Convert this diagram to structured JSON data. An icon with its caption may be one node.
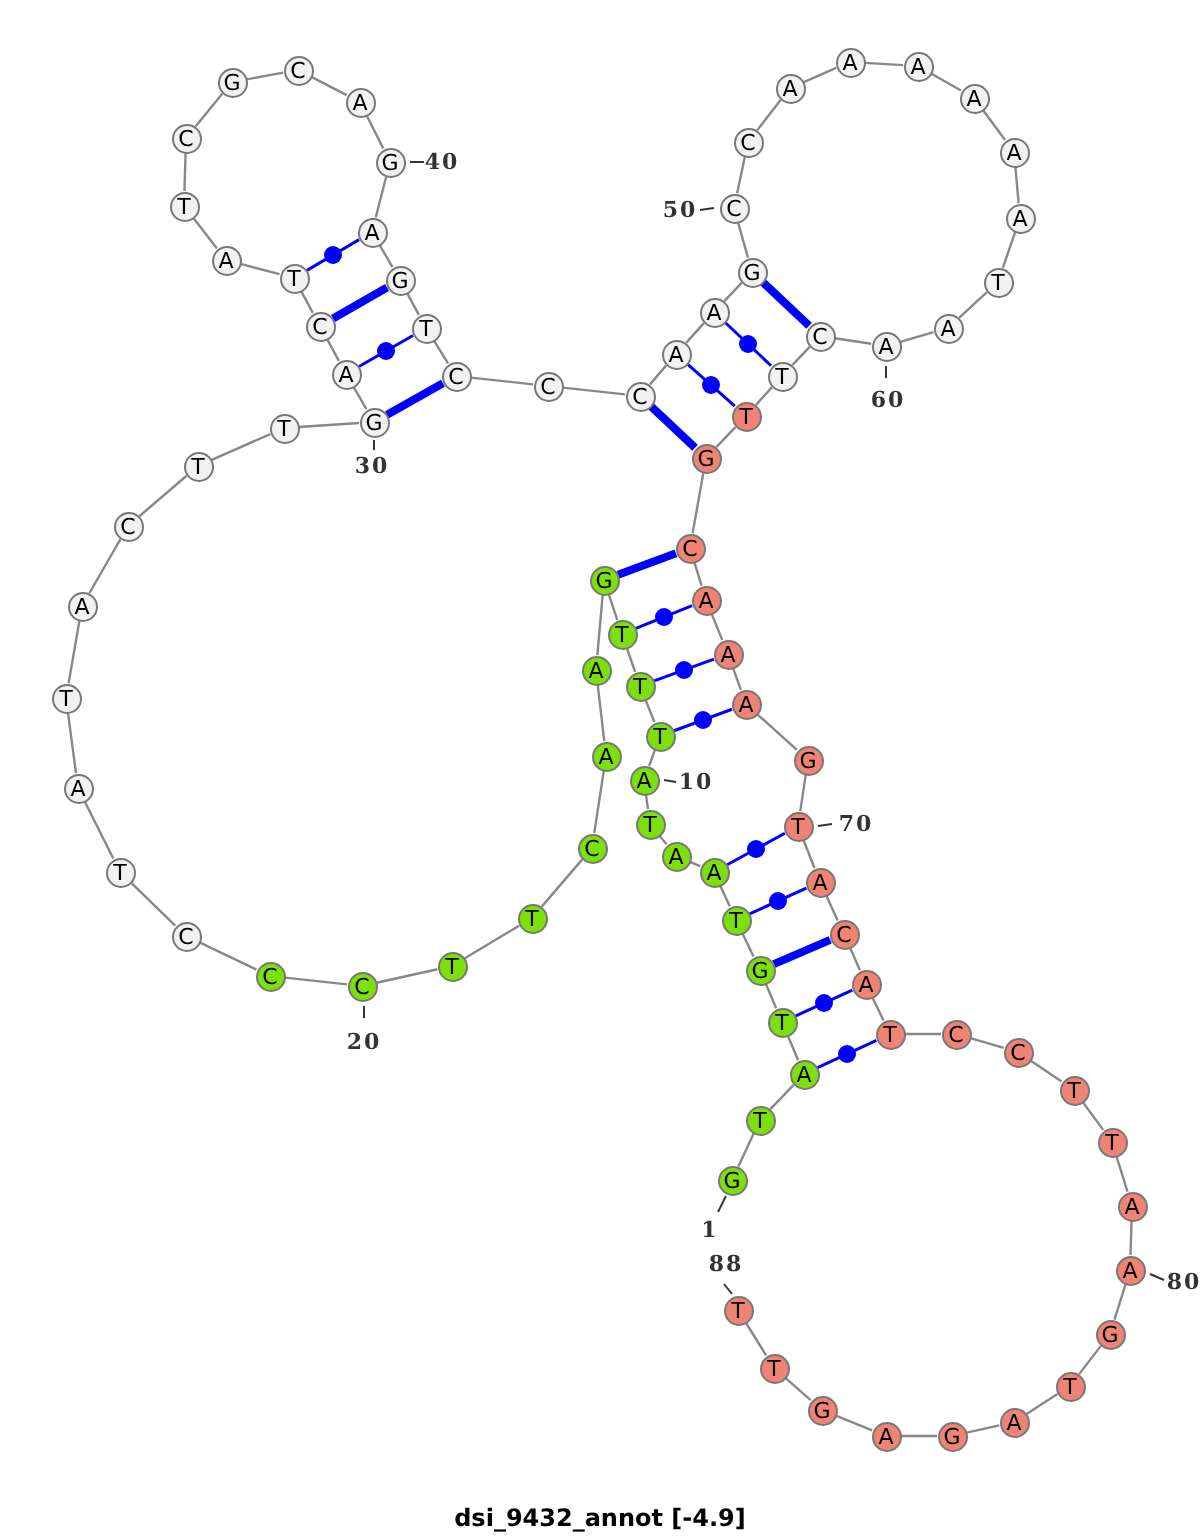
{
  "diagram": {
    "title": "dsi_9432_annot [-4.9]",
    "nodes": [
      {
        "text": [
          "G"
        ],
        "beside": [
          "1"
        ]
      },
      {
        "text": [
          "T"
        ]
      },
      {
        "text": [
          "A"
        ]
      },
      {
        "text": [
          "T"
        ]
      },
      {
        "text": [
          "G"
        ]
      },
      {
        "text": [
          "T"
        ]
      },
      {
        "text": [
          "A"
        ]
      },
      {
        "text": [
          "A"
        ]
      },
      {
        "text": [
          "T"
        ]
      },
      {
        "text": [
          "A"
        ],
        "beside": [
          "10"
        ]
      },
      {
        "text": [
          "T"
        ]
      },
      {
        "text": [
          "T"
        ]
      },
      {
        "text": [
          "T"
        ]
      },
      {
        "text": [
          "G"
        ]
      },
      {
        "text": [
          "A"
        ]
      },
      {
        "text": [
          "A"
        ]
      },
      {
        "text": [
          "C"
        ]
      },
      {
        "text": [
          "T"
        ]
      },
      {
        "text": [
          "T"
        ]
      },
      {
        "text": [
          "C"
        ],
        "beside": [
          "20"
        ]
      },
      {
        "text": [
          "C"
        ]
      },
      {
        "text": [
          "C"
        ]
      },
      {
        "text": [
          "T"
        ]
      },
      {
        "text": [
          "A"
        ]
      },
      {
        "text": [
          "T"
        ]
      },
      {
        "text": [
          "A"
        ]
      },
      {
        "text": [
          "C"
        ]
      },
      {
        "text": [
          "T"
        ]
      },
      {
        "text": [
          "T"
        ]
      },
      {
        "text": [
          "G"
        ],
        "beside": [
          "30"
        ]
      },
      {
        "text": [
          "A"
        ]
      },
      {
        "text": [
          "C"
        ]
      },
      {
        "text": [
          "T"
        ]
      },
      {
        "text": [
          "A"
        ]
      },
      {
        "text": [
          "T"
        ]
      },
      {
        "text": [
          "C"
        ]
      },
      {
        "text": [
          "G"
        ]
      },
      {
        "text": [
          "C"
        ]
      },
      {
        "text": [
          "A"
        ]
      },
      {
        "text": [
          "G"
        ],
        "beside": [
          "40"
        ]
      },
      {
        "text": [
          "A"
        ]
      },
      {
        "text": [
          "G"
        ]
      },
      {
        "text": [
          "T"
        ]
      },
      {
        "text": [
          "C"
        ]
      },
      {
        "text": [
          "C"
        ]
      },
      {
        "text": [
          "C"
        ]
      },
      {
        "text": [
          "A"
        ]
      },
      {
        "text": [
          "A"
        ]
      },
      {
        "text": [
          "G"
        ]
      },
      {
        "text": [
          "C"
        ],
        "beside": [
          "50"
        ]
      },
      {
        "text": [
          "C"
        ]
      },
      {
        "text": [
          "A"
        ]
      },
      {
        "text": [
          "A"
        ]
      },
      {
        "text": [
          "A"
        ]
      },
      {
        "text": [
          "A"
        ]
      },
      {
        "text": [
          "A"
        ]
      },
      {
        "text": [
          "A"
        ]
      },
      {
        "text": [
          "T"
        ]
      },
      {
        "text": [
          "A"
        ]
      },
      {
        "text": [
          "A"
        ],
        "beside": [
          "60"
        ]
      },
      {
        "text": [
          "C"
        ]
      },
      {
        "text": [
          "T"
        ]
      },
      {
        "text": [
          "T"
        ]
      },
      {
        "text": [
          "G"
        ]
      },
      {
        "text": [
          "C"
        ]
      },
      {
        "text": [
          "A"
        ]
      },
      {
        "text": [
          "A"
        ]
      },
      {
        "text": [
          "A"
        ]
      },
      {
        "text": [
          "G"
        ]
      },
      {
        "text": [
          "T"
        ],
        "beside": [
          "70"
        ]
      },
      {
        "text": [
          "A"
        ]
      },
      {
        "text": [
          "C"
        ]
      },
      {
        "text": [
          "A"
        ]
      },
      {
        "text": [
          "T"
        ]
      },
      {
        "text": [
          "C"
        ]
      },
      {
        "text": [
          "C"
        ]
      },
      {
        "text": [
          "T"
        ]
      },
      {
        "text": [
          "T"
        ]
      },
      {
        "text": [
          "A"
        ]
      },
      {
        "text": [
          "A"
        ],
        "beside": [
          "80"
        ]
      },
      {
        "text": [
          "G"
        ]
      },
      {
        "text": [
          "T"
        ]
      },
      {
        "text": [
          "A"
        ]
      },
      {
        "text": [
          "G"
        ]
      },
      {
        "text": [
          "A"
        ]
      },
      {
        "text": [
          "G"
        ]
      },
      {
        "text": [
          "T"
        ]
      },
      {
        "text": [
          "T"
        ],
        "beside": [
          "88"
        ]
      }
    ],
    "edges": [
      {
        "from": 0,
        "to": 1,
        "arrow": "none"
      },
      {
        "from": 1,
        "to": 2,
        "arrow": "none"
      },
      {
        "from": 2,
        "to": 3,
        "arrow": "none"
      },
      {
        "from": 3,
        "to": 4,
        "arrow": "none"
      },
      {
        "from": 4,
        "to": 5,
        "arrow": "none"
      },
      {
        "from": 5,
        "to": 6,
        "arrow": "none"
      },
      {
        "from": 6,
        "to": 7,
        "arrow": "none"
      },
      {
        "from": 7,
        "to": 8,
        "arrow": "none"
      },
      {
        "from": 8,
        "to": 9,
        "arrow": "none"
      },
      {
        "from": 9,
        "to": 10,
        "arrow": "none"
      },
      {
        "from": 10,
        "to": 11,
        "arrow": "none"
      },
      {
        "from": 11,
        "to": 12,
        "arrow": "none"
      },
      {
        "from": 12,
        "to": 13,
        "arrow": "none"
      },
      {
        "from": 13,
        "to": 14,
        "arrow": "none"
      },
      {
        "from": 14,
        "to": 15,
        "arrow": "none"
      },
      {
        "from": 15,
        "to": 16,
        "arrow": "none"
      },
      {
        "from": 16,
        "to": 17,
        "arrow": "none"
      },
      {
        "from": 17,
        "to": 18,
        "arrow": "none"
      },
      {
        "from": 18,
        "to": 19,
        "arrow": "none"
      },
      {
        "from": 19,
        "to": 20,
        "arrow": "none"
      },
      {
        "from": 20,
        "to": 21,
        "arrow": "none"
      },
      {
        "from": 21,
        "to": 22,
        "arrow": "none"
      },
      {
        "from": 22,
        "to": 23,
        "arrow": "none"
      },
      {
        "from": 23,
        "to": 24,
        "arrow": "none"
      },
      {
        "from": 24,
        "to": 25,
        "arrow": "none"
      },
      {
        "from": 25,
        "to": 26,
        "arrow": "none"
      },
      {
        "from": 26,
        "to": 27,
        "arrow": "none"
      },
      {
        "from": 27,
        "to": 28,
        "arrow": "none"
      },
      {
        "from": 28,
        "to": 29,
        "arrow": "none"
      },
      {
        "from": 29,
        "to": 30,
        "arrow": "none"
      },
      {
        "from": 30,
        "to": 31,
        "arrow": "none"
      },
      {
        "from": 31,
        "to": 32,
        "arrow": "none"
      },
      {
        "from": 32,
        "to": 33,
        "arrow": "none"
      },
      {
        "from": 33,
        "to": 34,
        "arrow": "none"
      },
      {
        "from": 34,
        "to": 35,
        "arrow": "none"
      },
      {
        "from": 35,
        "to": 36,
        "arrow": "none"
      },
      {
        "from": 36,
        "to": 37,
        "arrow": "none"
      },
      {
        "from": 37,
        "to": 38,
        "arrow": "none"
      },
      {
        "from": 38,
        "to": 39,
        "arrow": "none"
      },
      {
        "from": 39,
        "to": 40,
        "arrow": "none"
      },
      {
        "from": 40,
        "to": 41,
        "arrow": "none"
      },
      {
        "from": 41,
        "to": 42,
        "arrow": "none"
      },
      {
        "from": 42,
        "to": 43,
        "arrow": "none"
      },
      {
        "from": 43,
        "to": 44,
        "arrow": "none"
      },
      {
        "from": 44,
        "to": 45,
        "arrow": "none"
      },
      {
        "from": 45,
        "to": 46,
        "arrow": "none"
      },
      {
        "from": 46,
        "to": 47,
        "arrow": "none"
      },
      {
        "from": 47,
        "to": 48,
        "arrow": "none"
      },
      {
        "from": 48,
        "to": 49,
        "arrow": "none"
      },
      {
        "from": 49,
        "to": 50,
        "arrow": "none"
      },
      {
        "from": 50,
        "to": 51,
        "arrow": "none"
      },
      {
        "from": 51,
        "to": 52,
        "arrow": "none"
      },
      {
        "from": 52,
        "to": 53,
        "arrow": "none"
      },
      {
        "from": 53,
        "to": 54,
        "arrow": "none"
      },
      {
        "from": 54,
        "to": 55,
        "arrow": "none"
      },
      {
        "from": 55,
        "to": 56,
        "arrow": "none"
      },
      {
        "from": 56,
        "to": 57,
        "arrow": "none"
      },
      {
        "from": 57,
        "to": 58,
        "arrow": "none"
      },
      {
        "from": 58,
        "to": 59,
        "arrow": "none"
      },
      {
        "from": 59,
        "to": 60,
        "arrow": "none"
      },
      {
        "from": 60,
        "to": 61,
        "arrow": "none"
      },
      {
        "from": 61,
        "to": 62,
        "arrow": "none"
      },
      {
        "from": 62,
        "to": 63,
        "arrow": "none"
      },
      {
        "from": 63,
        "to": 64,
        "arrow": "none"
      },
      {
        "from": 64,
        "to": 65,
        "arrow": "none"
      },
      {
        "from": 65,
        "to": 66,
        "arrow": "none"
      },
      {
        "from": 66,
        "to": 67,
        "arrow": "none"
      },
      {
        "from": 67,
        "to": 68,
        "arrow": "none"
      },
      {
        "from": 68,
        "to": 69,
        "arrow": "none"
      },
      {
        "from": 69,
        "to": 70,
        "arrow": "none"
      },
      {
        "from": 70,
        "to": 71,
        "arrow": "none"
      },
      {
        "from": 71,
        "to": 72,
        "arrow": "none"
      },
      {
        "from": 72,
        "to": 73,
        "arrow": "none"
      },
      {
        "from": 73,
        "to": 74,
        "arrow": "none"
      },
      {
        "from": 74,
        "to": 75,
        "arrow": "none"
      },
      {
        "from": 75,
        "to": 76,
        "arrow": "none"
      },
      {
        "from": 76,
        "to": 77,
        "arrow": "none"
      },
      {
        "from": 77,
        "to": 78,
        "arrow": "none"
      },
      {
        "from": 78,
        "to": 79,
        "arrow": "none"
      },
      {
        "from": 79,
        "to": 80,
        "arrow": "none"
      },
      {
        "from": 80,
        "to": 81,
        "arrow": "none"
      },
      {
        "from": 81,
        "to": 82,
        "arrow": "none"
      },
      {
        "from": 82,
        "to": 83,
        "arrow": "none"
      },
      {
        "from": 83,
        "to": 84,
        "arrow": "none"
      },
      {
        "from": 84,
        "to": 85,
        "arrow": "none"
      },
      {
        "from": 85,
        "to": 86,
        "arrow": "none"
      },
      {
        "from": 86,
        "to": 87,
        "arrow": "none"
      },
      {
        "from": 29,
        "to": 43,
        "arrow": "none",
        "style": "thick",
        "color": "#0000ff"
      },
      {
        "from": 30,
        "to": 42,
        "arrow": "none",
        "color": "#0000ff"
      },
      {
        "from": 31,
        "to": 41,
        "arrow": "none",
        "style": "thick",
        "color": "#0000ff"
      },
      {
        "from": 32,
        "to": 40,
        "arrow": "none",
        "color": "#0000ff"
      },
      {
        "from": 45,
        "to": 63,
        "arrow": "none",
        "style": "thick",
        "color": "#0000ff"
      },
      {
        "from": 46,
        "to": 62,
        "arrow": "none",
        "color": "#0000ff"
      },
      {
        "from": 47,
        "to": 61,
        "arrow": "none",
        "color": "#0000ff"
      },
      {
        "from": 48,
        "to": 60,
        "arrow": "none",
        "style": "thick",
        "color": "#0000ff"
      },
      {
        "from": 13,
        "to": 64,
        "arrow": "none",
        "style": "thick",
        "color": "#0000ff"
      },
      {
        "from": 12,
        "to": 65,
        "arrow": "none",
        "color": "#0000ff"
      },
      {
        "from": 11,
        "to": 66,
        "arrow": "none",
        "color": "#0000ff"
      },
      {
        "from": 10,
        "to": 67,
        "arrow": "none",
        "color": "#0000ff"
      },
      {
        "from": 6,
        "to": 69,
        "arrow": "none",
        "color": "#0000ff"
      },
      {
        "from": 5,
        "to": 70,
        "arrow": "none",
        "color": "#0000ff"
      },
      {
        "from": 4,
        "to": 71,
        "arrow": "none",
        "style": "thick",
        "color": "#0000ff"
      },
      {
        "from": 3,
        "to": 72,
        "arrow": "none",
        "color": "#0000ff"
      },
      {
        "from": 2,
        "to": 73,
        "arrow": "none",
        "color": "#0000ff"
      }
    ]
  }
}
